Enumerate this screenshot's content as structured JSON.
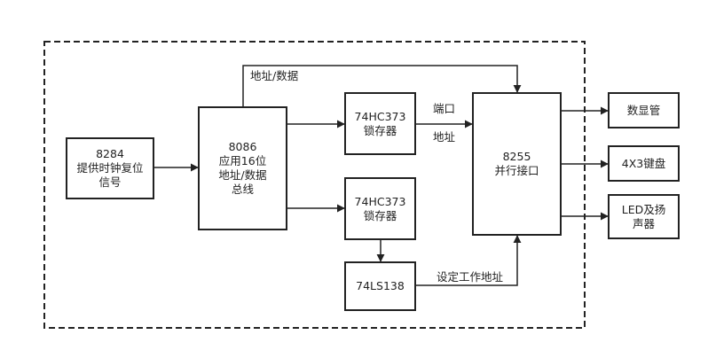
{
  "blocks": {
    "clock": [
      "8284",
      "提供时钟复位",
      "信号"
    ],
    "cpu": [
      "8086",
      "应用16位",
      "地址/数据",
      "总线"
    ],
    "latch_top": [
      "74HC373",
      "锁存器"
    ],
    "latch_bottom": [
      "74HC373",
      "锁存器"
    ],
    "decoder": [
      "74LS138"
    ],
    "ppi": [
      "8255",
      "并行接口"
    ],
    "display": [
      "数显管"
    ],
    "keypad": [
      "4X3键盘"
    ],
    "led_speaker": [
      "LED及扬",
      "声器"
    ]
  },
  "labels": {
    "bus_top": "地址/数据",
    "port": "端口",
    "address": "地址",
    "set_address": "设定工作地址"
  },
  "colors": {
    "line": "#222222",
    "background": "#ffffff"
  }
}
